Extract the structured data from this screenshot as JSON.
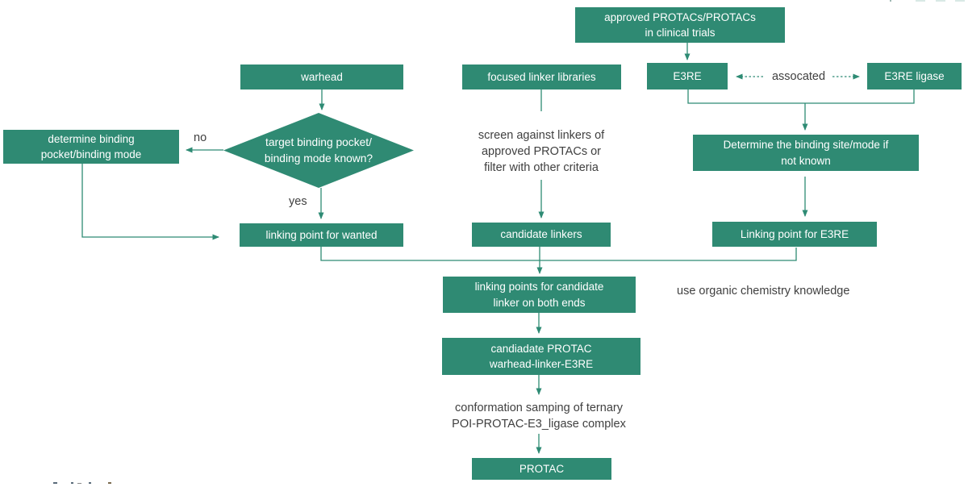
{
  "figure": {
    "type": "flowchart",
    "topic": "PROTAC rational design workflow"
  },
  "colors": {
    "node_fill": "#2f8a73",
    "node_text": "#ffffff",
    "connector": "#2e8b74",
    "note_text": "#404040"
  },
  "nodes": {
    "approved": "approved PROTACs/PROTACs\nin clinical trials",
    "warhead": "warhead",
    "focused_linker_libraries": "focused linker libraries",
    "e3re": "E3RE",
    "e3re_ligase": "E3RE ligase",
    "determine_binding_pocket": "determine binding\npocket/binding mode",
    "decision_binding_known": "target binding pocket/\nbinding mode known?",
    "determine_binding_site": "Determine the binding site/mode if\nnot known",
    "linking_point_wanted": "linking point for wanted",
    "candidate_linkers": "candidate linkers",
    "linking_point_e3re": "Linking point for E3RE",
    "linking_points_both_ends": "linking points for candidate\nlinker on both ends",
    "candidate_protac": "candiadate PROTAC\nwarhead-linker-E3RE",
    "protac": "PROTAC"
  },
  "labels": {
    "no": "no",
    "yes": "yes",
    "assocated": "assocated",
    "screen_note": "screen against linkers of\napproved PROTACs or\nfilter with other criteria",
    "use_chemistry_note": "use organic chemistry knowledge",
    "conformation_note": "conformation samping of ternary\nPOI-PROTAC-E3_ligase complex"
  }
}
